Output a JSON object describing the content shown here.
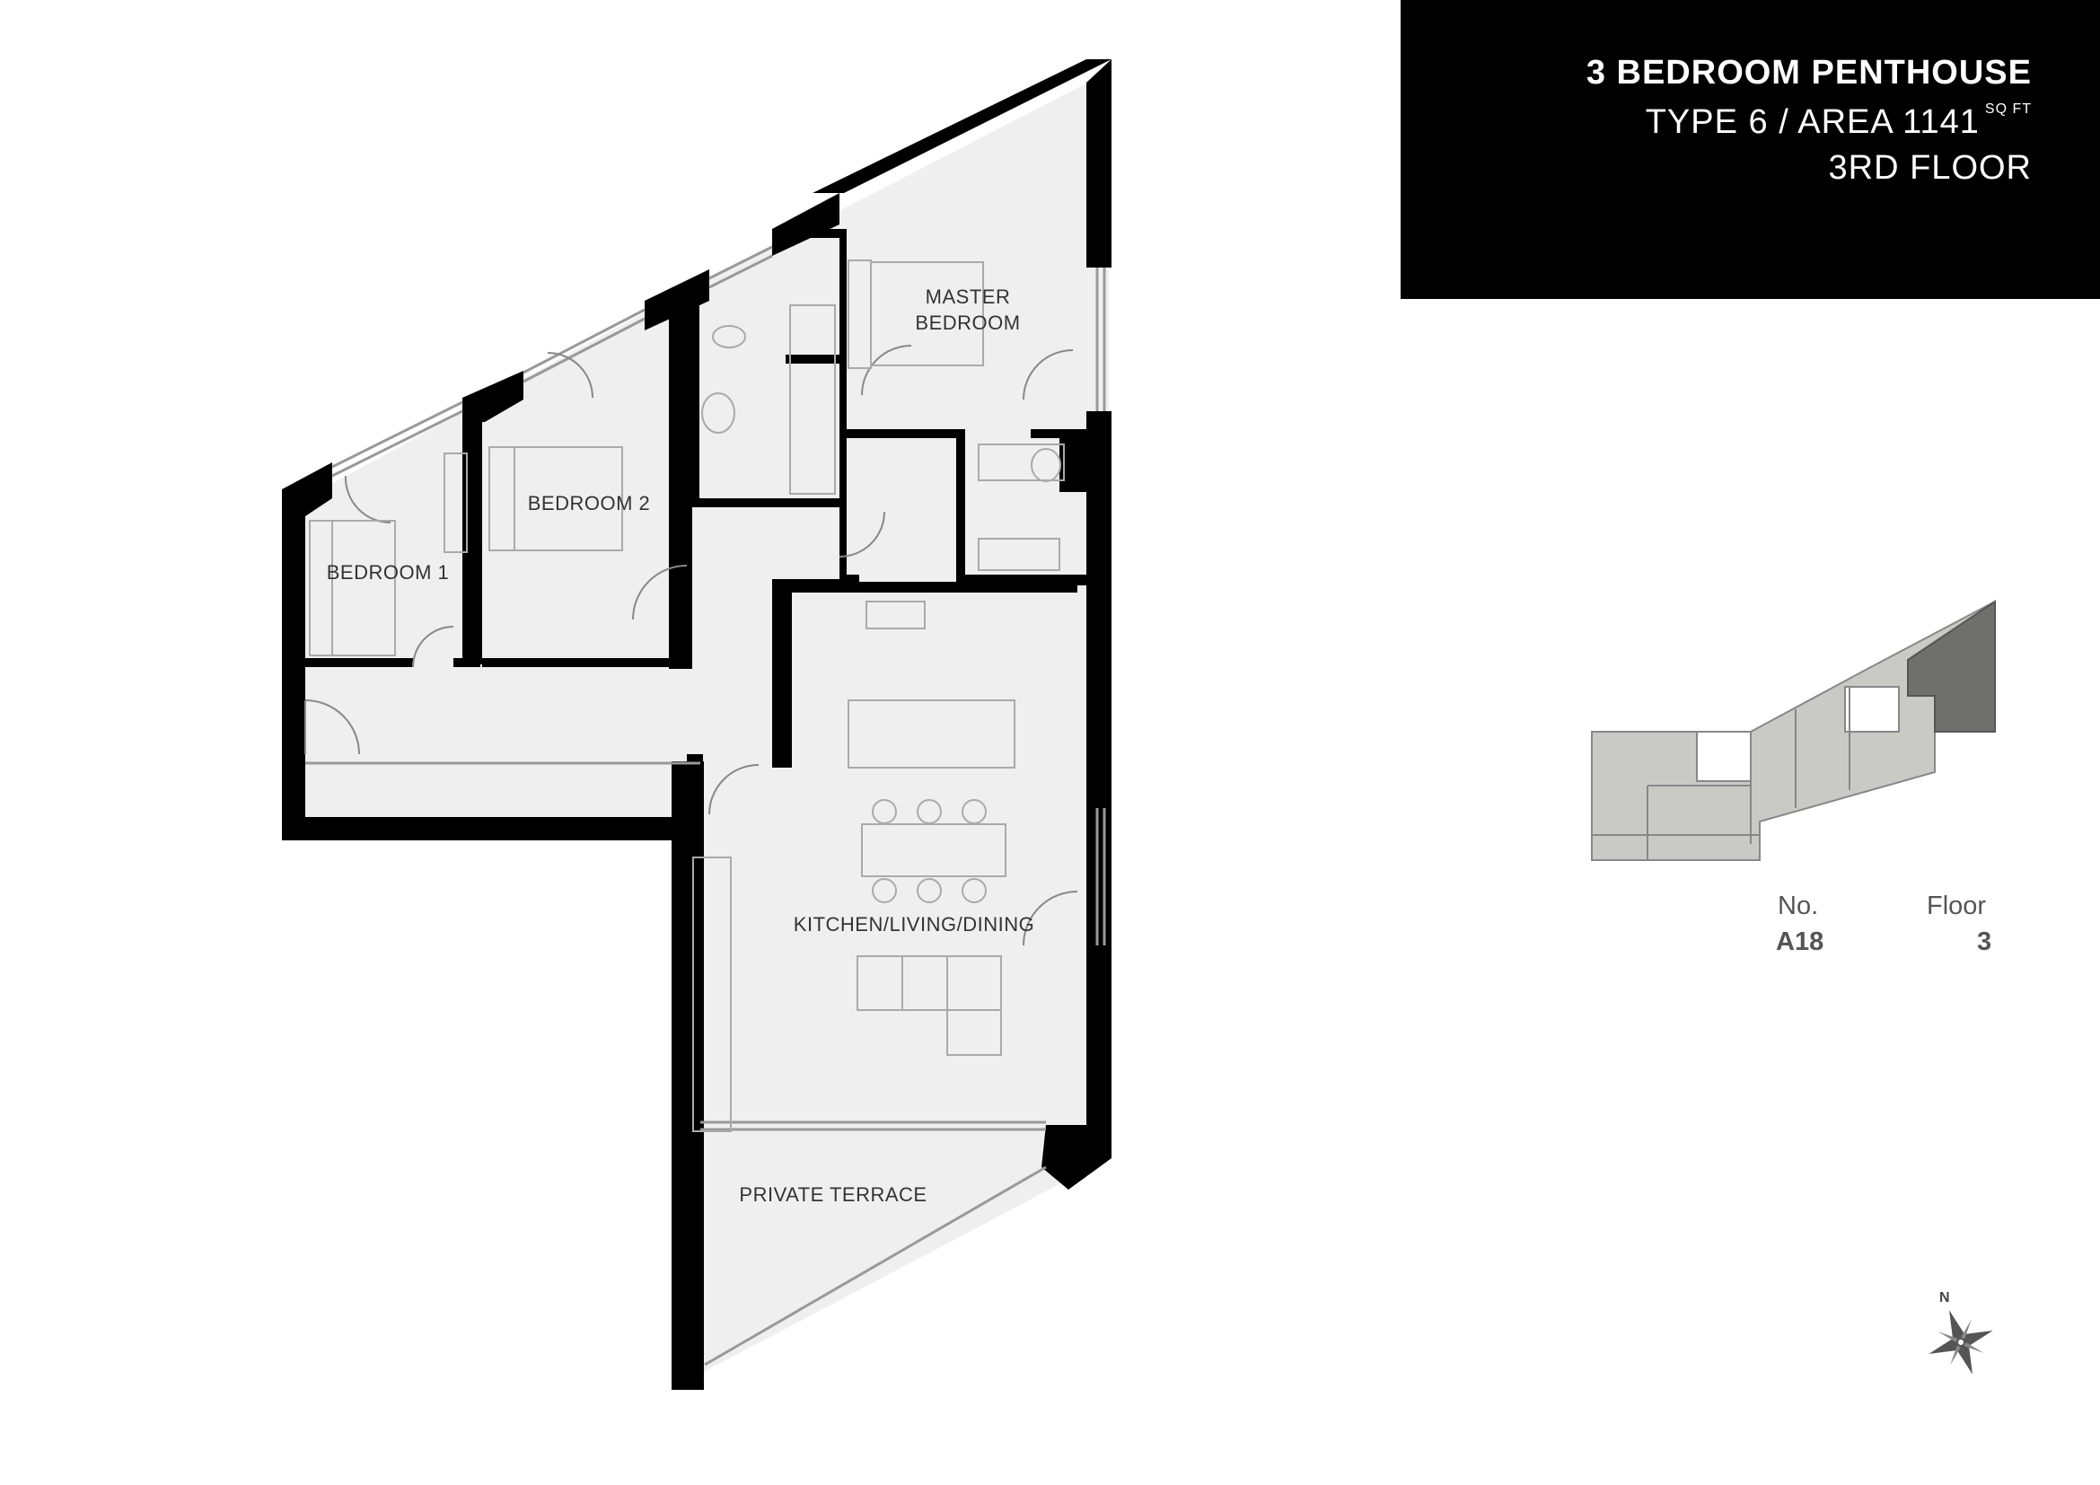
{
  "header": {
    "title": "3 BEDROOM PENTHOUSE",
    "type_area": "TYPE 6 / AREA 1141",
    "area_unit": "SQ FT",
    "floor_line": "3RD FLOOR"
  },
  "rooms": {
    "master_bedroom_line1": "MASTER",
    "master_bedroom_line2": "BEDROOM",
    "bedroom_2": "BEDROOM 2",
    "bedroom_1": "BEDROOM 1",
    "kitchen_living_dining": "KITCHEN/LIVING/DINING",
    "private_terrace": "PRIVATE TERRACE"
  },
  "unit_info": {
    "no_label": "No.",
    "no_value": "A18",
    "floor_label": "Floor",
    "floor_value": "3"
  },
  "compass": {
    "north_label": "N",
    "icon": "compass-rose-icon"
  },
  "colors": {
    "header_bg": "#000000",
    "room_fill": "#efeff0",
    "wall": "#000000",
    "keyplan_fill": "#c9c9c6",
    "keyplan_highlight": "#6f6f6c"
  }
}
